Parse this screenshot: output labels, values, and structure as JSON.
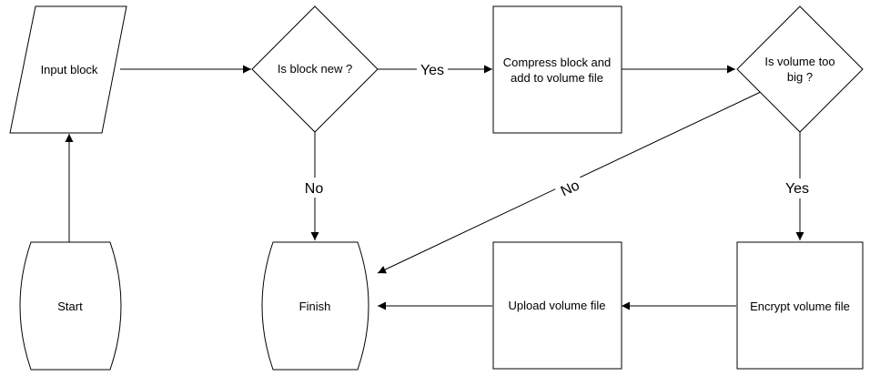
{
  "diagram": {
    "nodes": {
      "input_block": {
        "lines": [
          "Input block"
        ]
      },
      "is_block_new": {
        "lines": [
          "Is block new ?"
        ]
      },
      "compress_block": {
        "lines": [
          "Compress block and",
          "add to volume file"
        ]
      },
      "is_volume_too_big": {
        "lines": [
          "Is volume too",
          "big ?"
        ]
      },
      "start": {
        "lines": [
          "Start"
        ]
      },
      "finish": {
        "lines": [
          "Finish"
        ]
      },
      "upload_volume": {
        "lines": [
          "Upload volume file"
        ]
      },
      "encrypt_volume": {
        "lines": [
          "Encrypt volume file"
        ]
      }
    },
    "edges": {
      "new_yes": "Yes",
      "new_no": "No",
      "big_yes": "Yes",
      "big_no": "No"
    }
  }
}
